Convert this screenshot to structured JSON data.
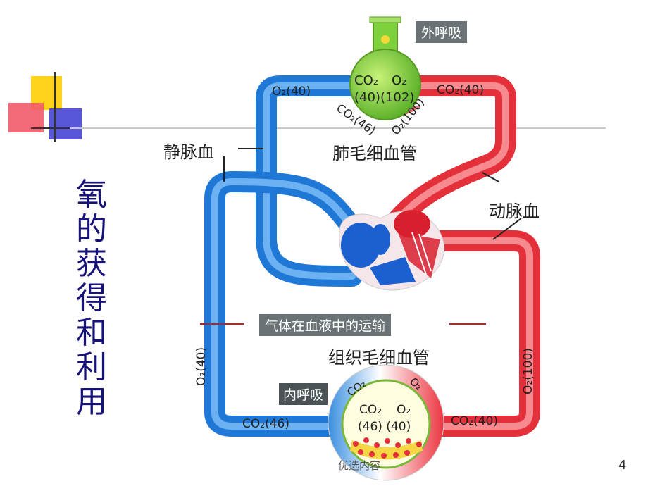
{
  "title_chars": [
    "氧",
    "的",
    "获",
    "得",
    "和",
    "利",
    "用"
  ],
  "labels": {
    "external_respiration": "外呼吸",
    "internal_respiration": "内呼吸",
    "gas_transport": "气体在血液中的运输",
    "venous_blood": "静脉血",
    "arterial_blood": "动脉血",
    "pulmonary_capillaries": "肺毛细血管",
    "tissue_capillaries": "组织毛细血管"
  },
  "gas_labels": {
    "o2_40_top": "O₂(40)",
    "co2_40_top": "CO₂(40)",
    "o2_40_left": "O₂(40)",
    "co2_46_bottom": "CO₂(46)",
    "o2_100_right": "O₂(100)",
    "co2_40_bottom": "CO₂(40)",
    "lung_co2": "CO₂",
    "lung_o2": "O₂",
    "lung_values": "(40)(102)",
    "lung_arc_co2": "CO₂(46)",
    "lung_arc_o2": "O₂(100)",
    "tissue_co2": "CO₂",
    "tissue_o2": "O₂",
    "tissue_values": "(46) (40)",
    "tissue_arc_co2": "CO₂",
    "tissue_arc_o2": "O₂"
  },
  "footer": "优选内容",
  "page_number": "4",
  "colors": {
    "title": "#17127a",
    "venous": "#3a8fe0",
    "arterial": "#e8303a",
    "lung": "#7fd13b"
  }
}
